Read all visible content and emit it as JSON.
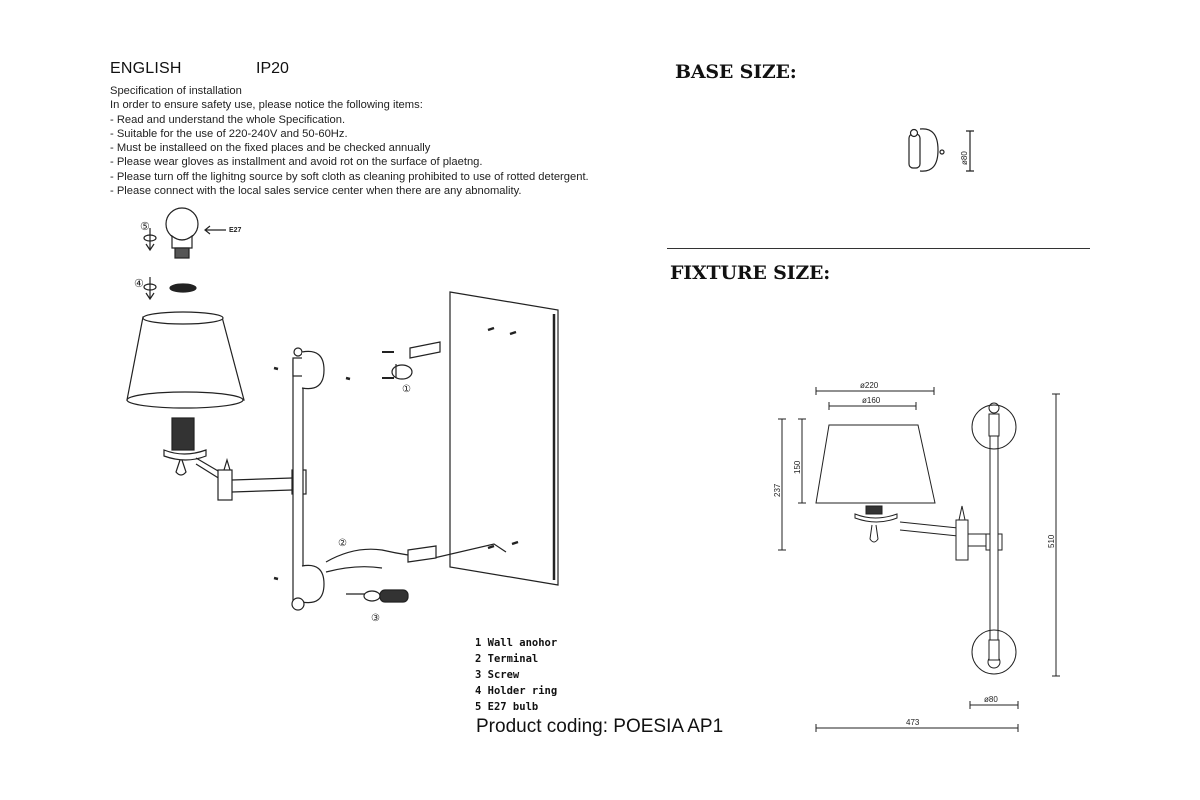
{
  "header": {
    "language": "ENGLISH",
    "ip_rating": "IP20"
  },
  "instructions": {
    "title": "Specification of installation",
    "intro": "In order to ensure safety use, please notice the following items:",
    "items": [
      "- Read and understand the whole Specification.",
      "- Suitable for the use of 220-240V and 50-60Hz.",
      "- Must be installeed on the fixed places and be checked annually",
      "- Please wear gloves as installment and avoid rot on the surface of plaetng.",
      "- Please turn off the lighitng source by soft cloth as cleaning prohibited to use of rotted detergent.",
      "- Please connect with the local sales service center when there are any abnomality."
    ]
  },
  "base_size": {
    "title": "BASE SIZE:",
    "dim": "ø80"
  },
  "fixture_size": {
    "title": "FIXTURE SIZE:",
    "dims": {
      "shade_top": "ø220",
      "shade_bottom": "ø160",
      "shade_height": "150",
      "total_shade_height": "237",
      "total_height": "510",
      "base_dia": "ø80",
      "projection": "473"
    }
  },
  "assembly": {
    "bulb_label": "E27",
    "step_numbers": [
      "⑤",
      "④",
      "①",
      "②",
      "③"
    ]
  },
  "parts_list": [
    "1 Wall anohor",
    "2 Terminal",
    "3 Screw",
    "4 Holder ring",
    "5 E27 bulb"
  ],
  "footer": {
    "product_coding": "Product coding: POESIA AP1"
  }
}
